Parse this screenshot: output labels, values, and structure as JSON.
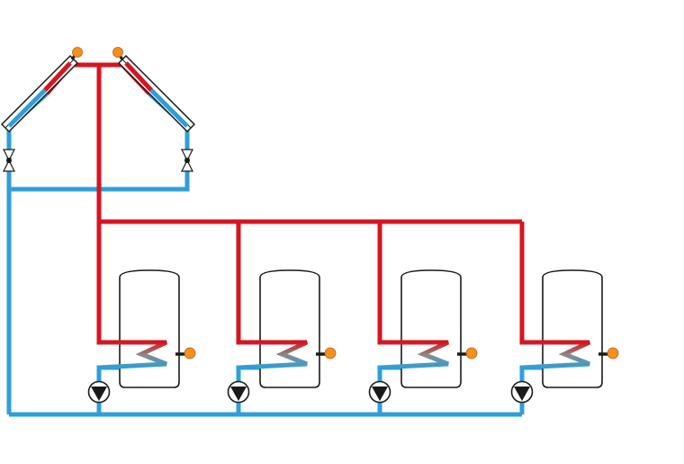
{
  "diagram": {
    "description_visible_text": [],
    "colors": {
      "hot_pipe": "#d7141f",
      "cold_pipe": "#2e9fd8",
      "sensor": "#f39020",
      "outline": "#1a1a1a",
      "pump_fill": "#1a1a1a",
      "tank_fill": "#ffffff"
    },
    "components": {
      "collectors": 2,
      "collector_sensors": 2,
      "check_valves": 2,
      "storage_tanks": 4,
      "heat_exchanger_coils": 4,
      "tank_sensors": 4,
      "circulation_pumps": 4
    }
  }
}
